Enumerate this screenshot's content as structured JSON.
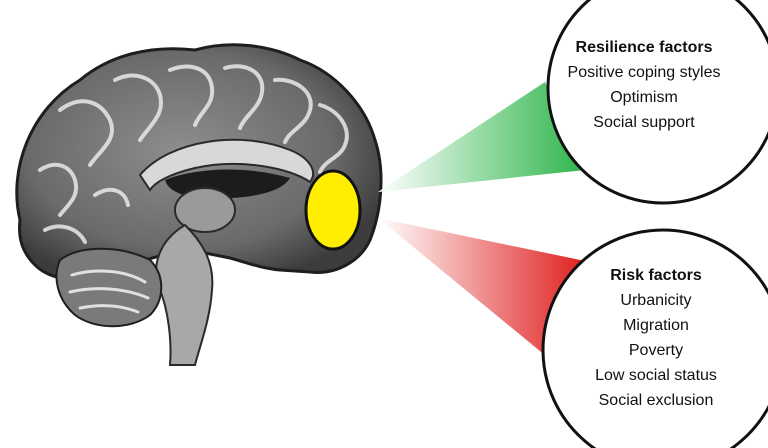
{
  "resilience": {
    "title": "Resilience factors",
    "items": [
      "Positive coping styles",
      "Optimism",
      "Social support"
    ],
    "color": "#2db54a"
  },
  "risk": {
    "title": "Risk factors",
    "items": [
      "Urbanicity",
      "Migration",
      "Poverty",
      "Low social status",
      "Social exclusion"
    ],
    "color": "#e01b1b"
  },
  "highlight_region": {
    "color": "#ffee00"
  },
  "brain": {
    "icon": "brain-sagittal-mri-icon"
  }
}
